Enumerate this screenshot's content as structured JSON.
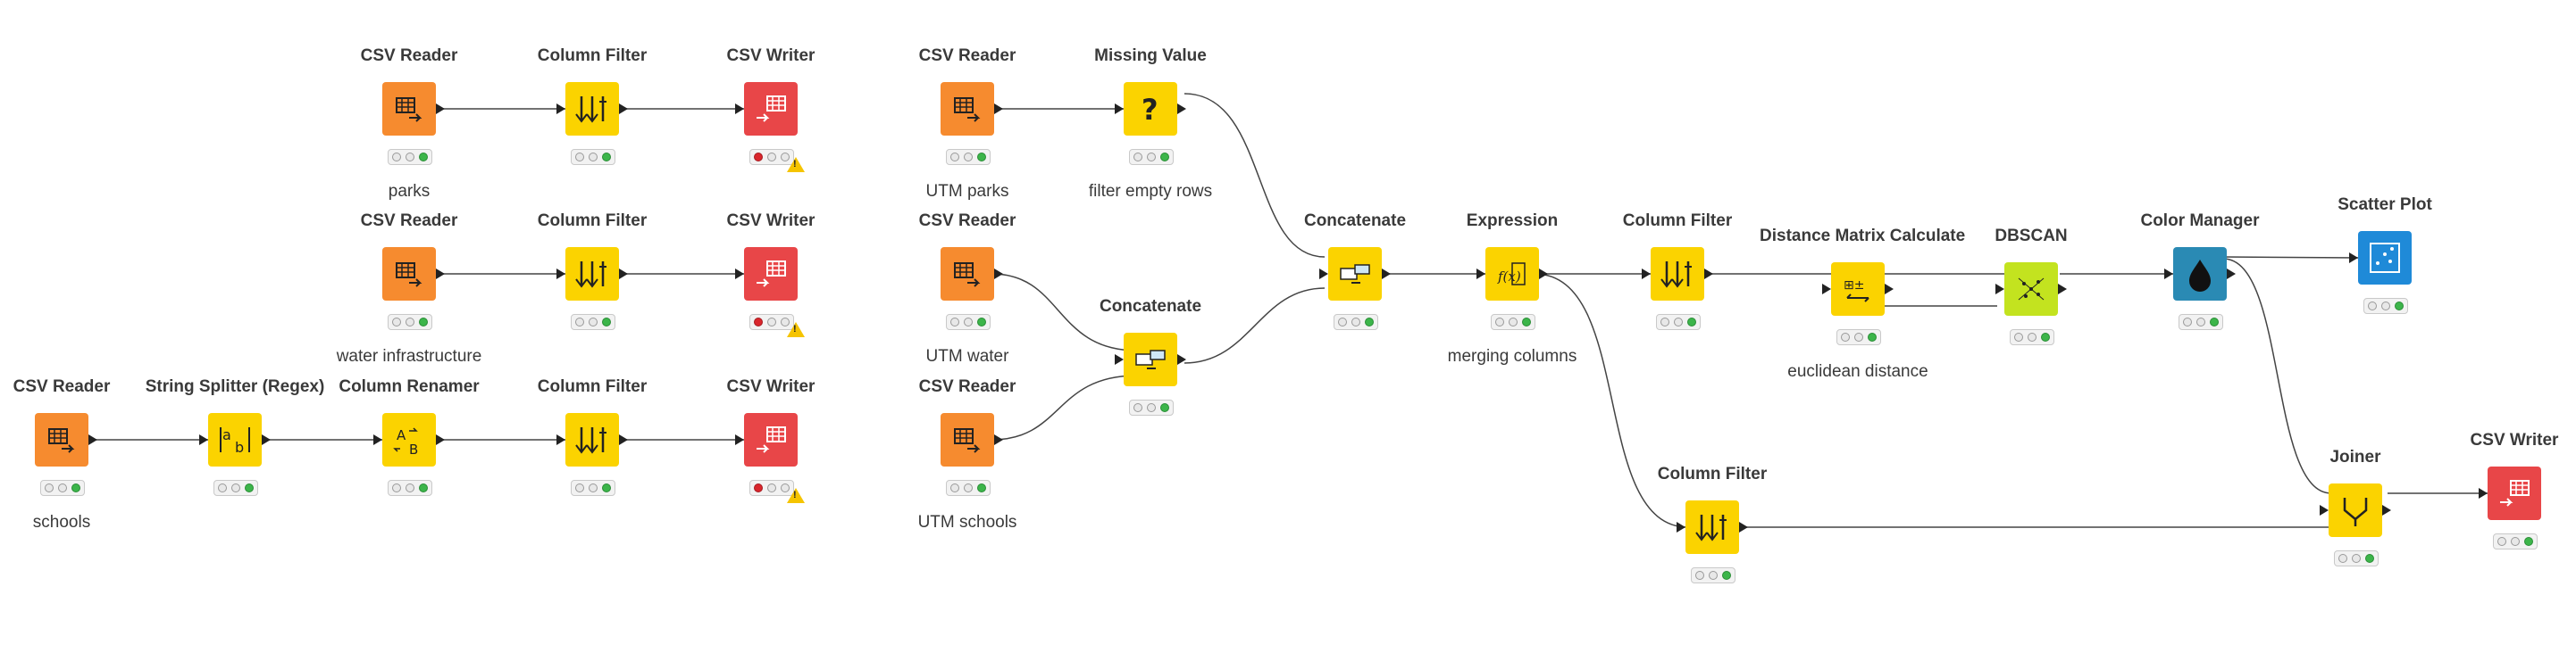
{
  "workflow": {
    "nodes": [
      {
        "id": "n1",
        "title": "CSV Reader",
        "label": "parks",
        "kind": "reader",
        "status": "green"
      },
      {
        "id": "n2",
        "title": "Column Filter",
        "label": "",
        "kind": "filter",
        "status": "green"
      },
      {
        "id": "n3",
        "title": "CSV Writer",
        "label": "",
        "kind": "writer",
        "status": "red",
        "warning": true
      },
      {
        "id": "n4",
        "title": "CSV Reader",
        "label": "water infrastructure",
        "kind": "reader",
        "status": "green"
      },
      {
        "id": "n5",
        "title": "Column Filter",
        "label": "",
        "kind": "filter",
        "status": "green"
      },
      {
        "id": "n6",
        "title": "CSV Writer",
        "label": "",
        "kind": "writer",
        "status": "red",
        "warning": true
      },
      {
        "id": "n7",
        "title": "CSV Reader",
        "label": "schools",
        "kind": "reader",
        "status": "green"
      },
      {
        "id": "n8",
        "title": "String Splitter (Regex)",
        "label": "",
        "kind": "splitter",
        "status": "green"
      },
      {
        "id": "n9",
        "title": "Column Renamer",
        "label": "",
        "kind": "renamer",
        "status": "green"
      },
      {
        "id": "n10",
        "title": "Column Filter",
        "label": "",
        "kind": "filter",
        "status": "green"
      },
      {
        "id": "n11",
        "title": "CSV Writer",
        "label": "",
        "kind": "writer",
        "status": "red",
        "warning": true
      },
      {
        "id": "n12",
        "title": "CSV Reader",
        "label": "UTM parks",
        "kind": "reader",
        "status": "green"
      },
      {
        "id": "n13",
        "title": "Missing Value",
        "label": "filter empty rows",
        "kind": "missing",
        "status": "green"
      },
      {
        "id": "n14",
        "title": "CSV Reader",
        "label": "UTM water",
        "kind": "reader",
        "status": "green"
      },
      {
        "id": "n15",
        "title": "Concatenate",
        "label": "",
        "kind": "concat",
        "status": "green"
      },
      {
        "id": "n16",
        "title": "CSV Reader",
        "label": "UTM schools",
        "kind": "reader",
        "status": "green"
      },
      {
        "id": "n17",
        "title": "Concatenate",
        "label": "",
        "kind": "concat",
        "status": "green"
      },
      {
        "id": "n18",
        "title": "Expression",
        "label": "merging columns",
        "kind": "expression",
        "status": "green"
      },
      {
        "id": "n19",
        "title": "Column Filter",
        "label": "",
        "kind": "filter",
        "status": "green"
      },
      {
        "id": "n20",
        "title": "Distance Matrix Calculate",
        "label": "euclidean distance",
        "kind": "distance",
        "status": "green"
      },
      {
        "id": "n21",
        "title": "DBSCAN",
        "label": "",
        "kind": "dbscan",
        "status": "green"
      },
      {
        "id": "n22",
        "title": "Color Manager",
        "label": "",
        "kind": "color",
        "status": "green"
      },
      {
        "id": "n23",
        "title": "Scatter Plot",
        "label": "",
        "kind": "scatter",
        "status": "green"
      },
      {
        "id": "n24",
        "title": "Column Filter",
        "label": "",
        "kind": "filter",
        "status": "green"
      },
      {
        "id": "n25",
        "title": "Joiner",
        "label": "",
        "kind": "joiner",
        "status": "green"
      },
      {
        "id": "n26",
        "title": "CSV Writer",
        "label": "",
        "kind": "writer",
        "status": "green"
      }
    ],
    "colors": {
      "reader": "#f68b2f",
      "filter": "#fbd300",
      "writer": "#e84648",
      "dbscan": "#c3e31f",
      "color": "#2a8ab4",
      "scatter": "#1f8ad8"
    }
  }
}
